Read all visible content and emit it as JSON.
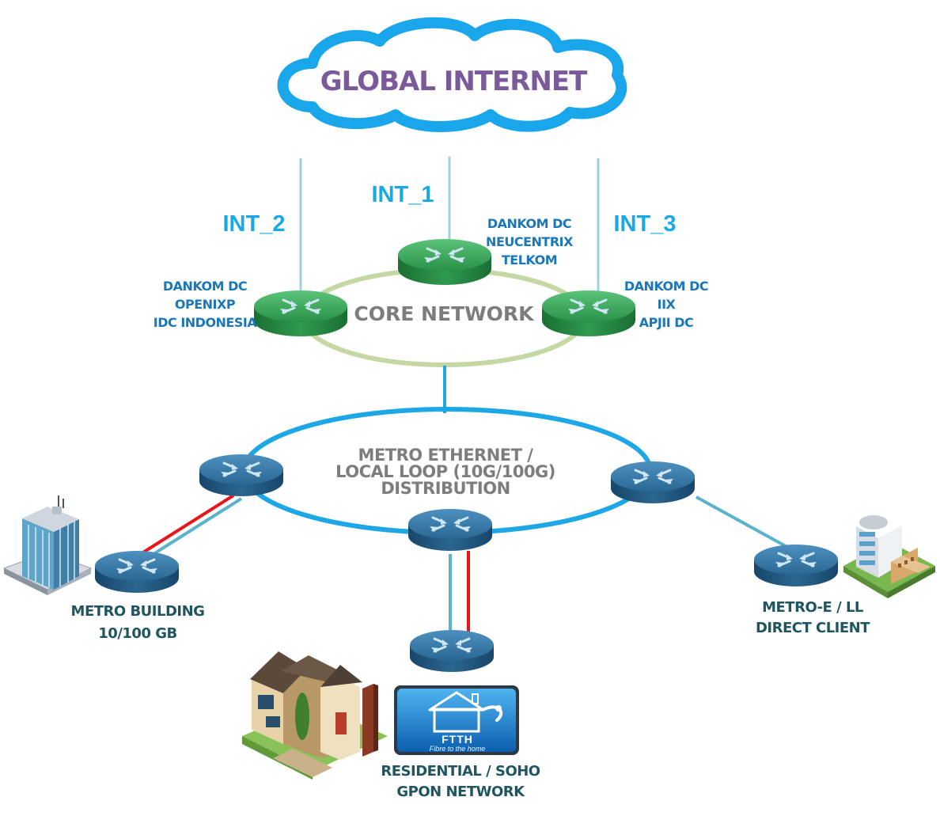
{
  "cloud": {
    "label": "GLOBAL INTERNET"
  },
  "uplinks": [
    {
      "label": "INT_1"
    },
    {
      "label": "INT_2"
    },
    {
      "label": "INT_3"
    }
  ],
  "core": {
    "label": "CORE NETWORK",
    "sites": [
      {
        "lines": [
          "DANKOM DC",
          "NEUCENTRIX",
          "TELKOM"
        ]
      },
      {
        "lines": [
          "DANKOM DC",
          "OPENIXP",
          "IDC INDONESIA"
        ]
      },
      {
        "lines": [
          "DANKOM DC",
          "IIX",
          "APJII DC"
        ]
      }
    ]
  },
  "metro": {
    "lines": [
      "METRO ETHERNET /",
      "LOCAL LOOP (10G/100G)",
      "DISTRIBUTION"
    ]
  },
  "clients": [
    {
      "lines": [
        "METRO BUILDING",
        "10/100 GB"
      ]
    },
    {
      "lines": [
        "RESIDENTIAL / SOHO",
        "GPON NETWORK"
      ]
    },
    {
      "lines": [
        "METRO-E / LL",
        "DIRECT CLIENT"
      ]
    }
  ],
  "ftth": {
    "title": "FTTH",
    "subtitle": "Fibre to the home"
  },
  "colors": {
    "uplink_line": "#9fcfe0",
    "core_ring": "#c5d8a4",
    "metro_ring": "#1ea7e6",
    "access_link": "#5ab2cc",
    "fiber_link": "#e8161b",
    "core_router": "#2e9a4e",
    "metro_router": "#2e6a96"
  }
}
